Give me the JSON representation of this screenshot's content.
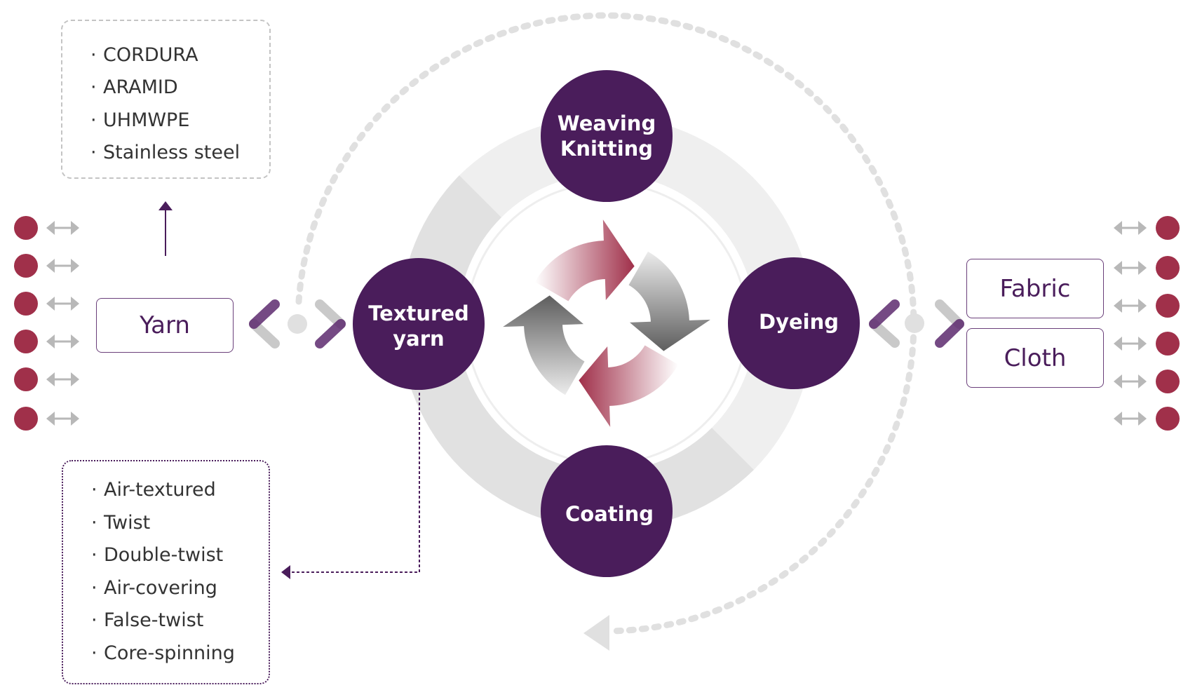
{
  "raw_materials": {
    "items": [
      "CORDURA",
      "ARAMID",
      "UHMWPE",
      "Stainless steel"
    ],
    "bullet": "·"
  },
  "texturing_methods": {
    "items": [
      "Air-textured",
      "Twist",
      "Double-twist",
      "Air-covering",
      "False-twist",
      "Core-spinning"
    ],
    "bullet": "·"
  },
  "input_node": {
    "label": "Yarn"
  },
  "process_nodes": [
    {
      "id": "weaving",
      "lines": [
        "Weaving",
        "Knitting"
      ]
    },
    {
      "id": "textured-yarn",
      "lines": [
        "Textured",
        "yarn"
      ]
    },
    {
      "id": "dyeing",
      "lines": [
        "Dyeing"
      ]
    },
    {
      "id": "coating",
      "lines": [
        "Coating"
      ]
    }
  ],
  "output_nodes": [
    {
      "label": "Fabric"
    },
    {
      "label": "Cloth"
    }
  ],
  "side_connectors": {
    "left_count": 6,
    "right_count": 6
  },
  "colors": {
    "node_fill": "#4a1d5b",
    "accent_red": "#a0304a",
    "arrow_gray": "#b8b8b8",
    "ring_light": "#efefef",
    "ring_dark": "#e1e1e1",
    "dotted_path": "#e0e0e0",
    "text_dark": "#333333"
  }
}
